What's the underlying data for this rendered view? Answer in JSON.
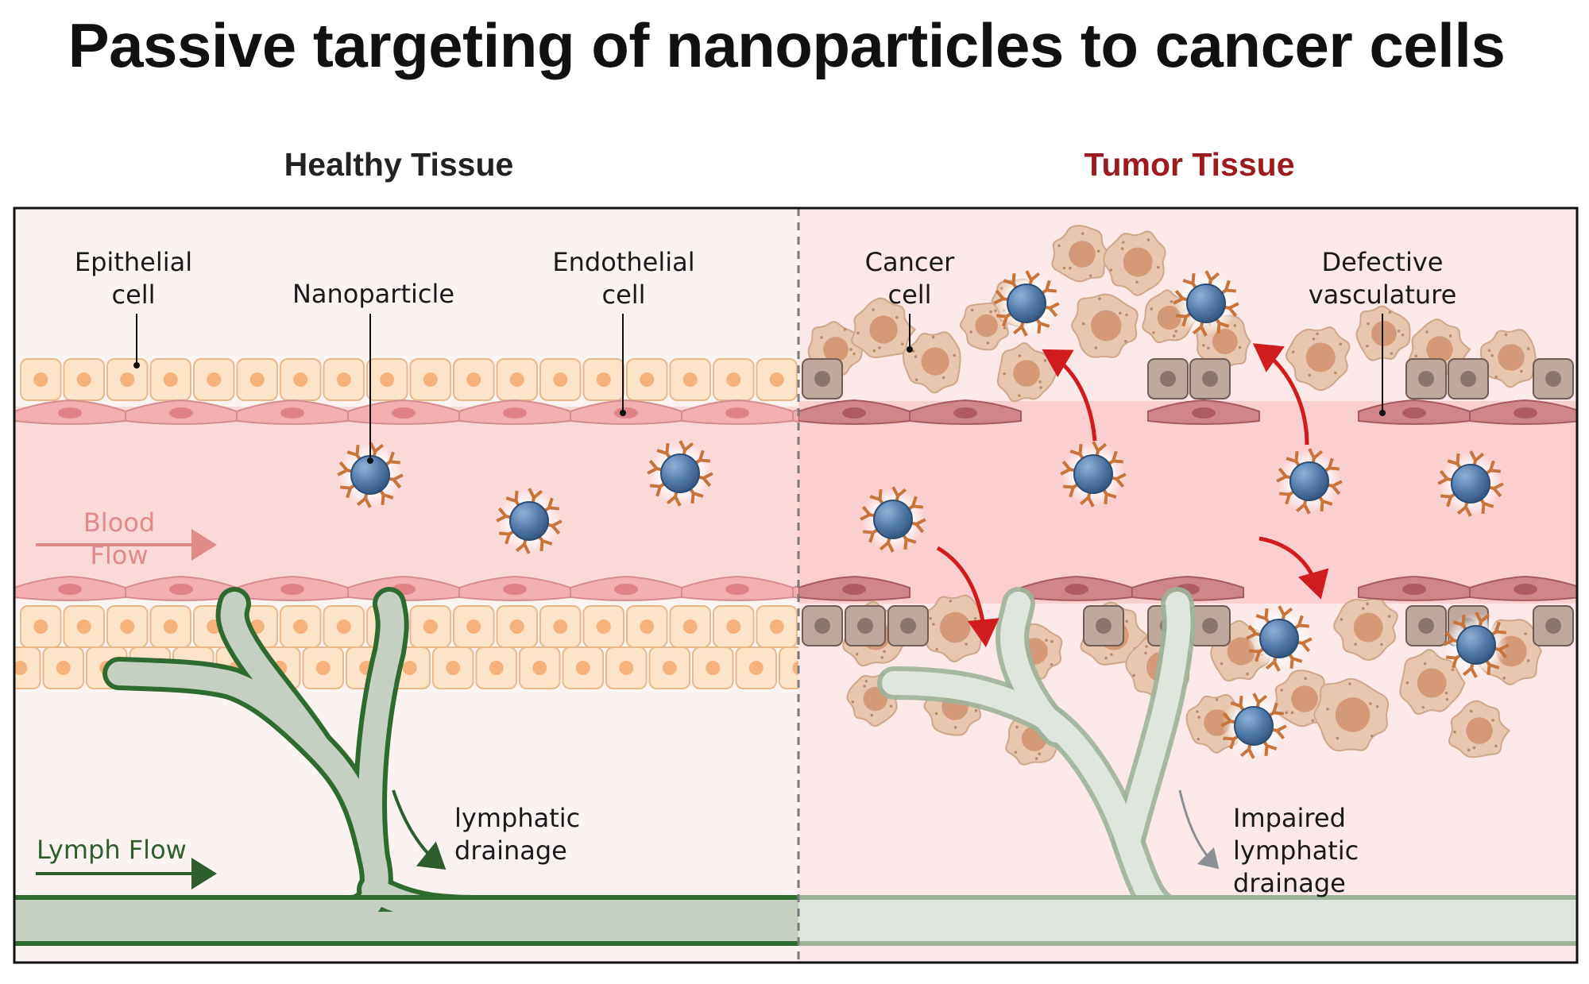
{
  "title": "Passive targeting of nanoparticles to cancer cells",
  "healthy": {
    "heading": "Healthy Tissue",
    "heading_color": "#222222",
    "labels": {
      "epithelial_1": "Epithelial",
      "epithelial_2": "cell",
      "nanoparticle": "Nanoparticle",
      "endothelial_1": "Endothelial",
      "endothelial_2": "cell",
      "blood_flow_1": "Blood",
      "blood_flow_2": "Flow",
      "lymph_flow": "Lymph Flow",
      "drainage_1": "lymphatic",
      "drainage_2": "drainage"
    }
  },
  "tumor": {
    "heading": "Tumor Tissue",
    "heading_color": "#9b1b1f",
    "labels": {
      "cancer_1": "Cancer",
      "cancer_2": "cell",
      "defective_1": "Defective",
      "defective_2": "vasculature",
      "impaired_1": "Impaired",
      "impaired_2": "lymphatic",
      "impaired_3": "drainage"
    }
  },
  "colors": {
    "blood_flow_text": "#e08a8a",
    "lymph_flow_text": "#2e5e2e",
    "arrow_red": "#d01c1c",
    "nanoparticle": "#4f78a8",
    "antibody": "#c8743a",
    "lymph_vessel": "#c5d0c3",
    "lymph_border": "#2f6a30"
  }
}
